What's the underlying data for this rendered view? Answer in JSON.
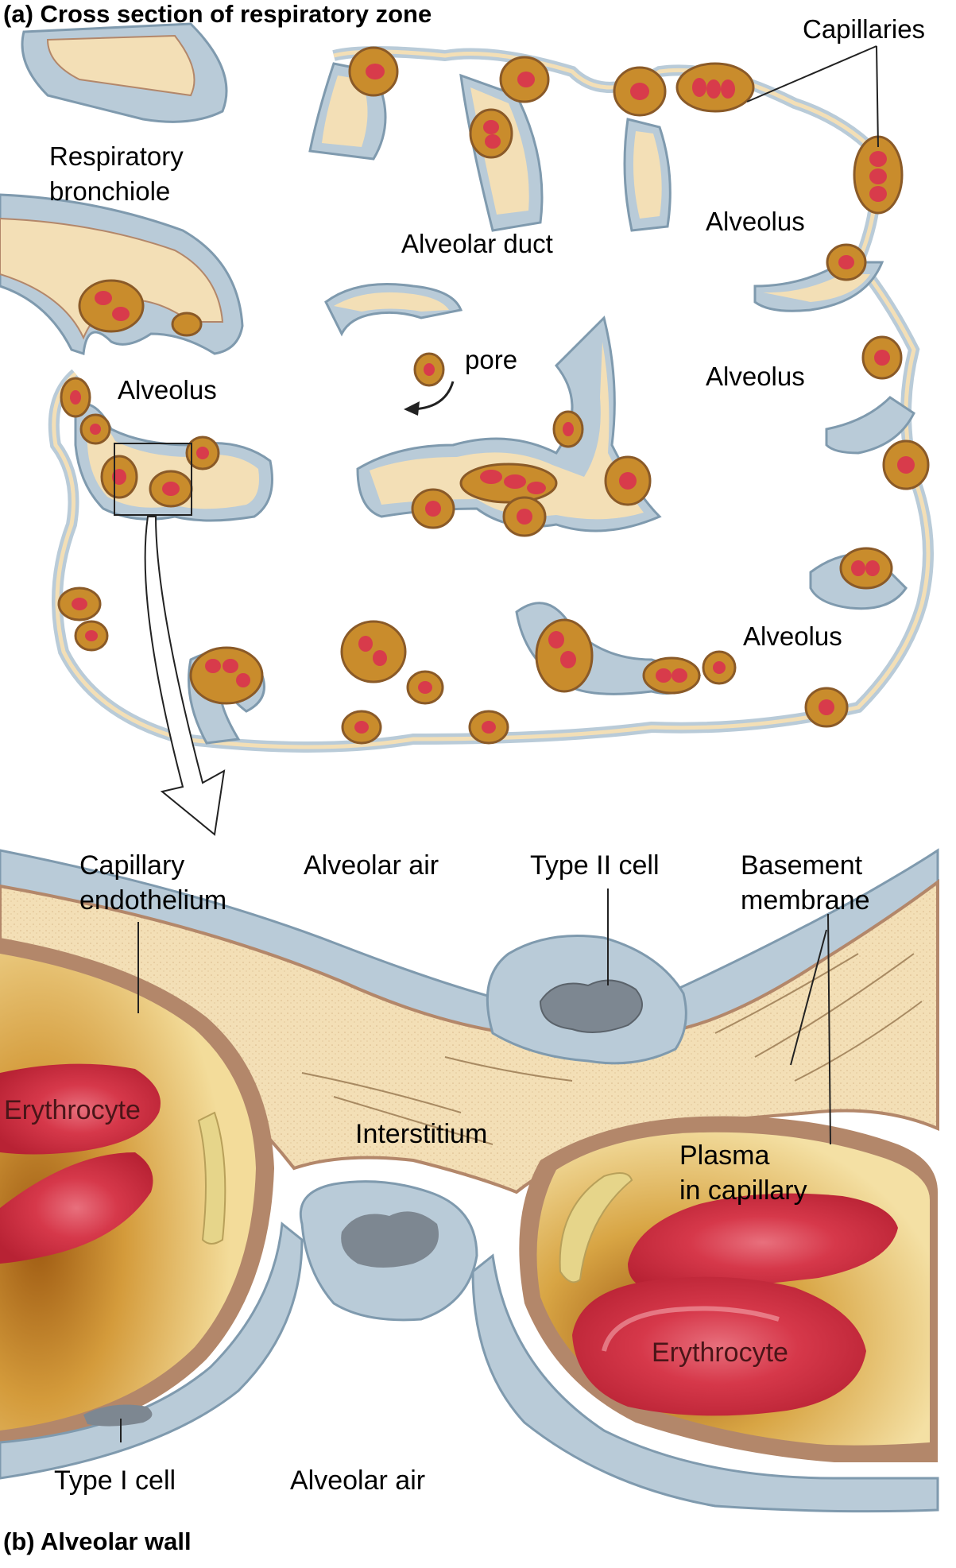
{
  "panel_a": {
    "title": "(a) Cross section of respiratory zone",
    "labels": {
      "capillaries": "Capillaries",
      "respiratory_bronchiole_1": "Respiratory",
      "respiratory_bronchiole_2": "bronchiole",
      "alveolus_upper_right": "Alveolus",
      "alveolar_duct": "Alveolar duct",
      "pore": "pore",
      "alveolus_left": "Alveolus",
      "alveolus_mid_right": "Alveolus",
      "alveolus_lower_right": "Alveolus"
    }
  },
  "panel_b": {
    "title": "(b) Alveolar wall",
    "labels": {
      "capillary_endothelium_1": "Capillary",
      "capillary_endothelium_2": "endothelium",
      "alveolar_air_top": "Alveolar air",
      "type_ii_cell": "Type II cell",
      "basement_membrane_1": "Basement",
      "basement_membrane_2": "membrane",
      "erythrocyte_left": "Erythrocyte",
      "interstitium": "Interstitium",
      "plasma_1": "Plasma",
      "plasma_2": "in capillary",
      "erythrocyte_right": "Erythrocyte",
      "type_i_cell": "Type I cell",
      "alveolar_air_bottom": "Alveolar air"
    }
  },
  "colors": {
    "epithelium": "#b9cbd8",
    "epithelium_edge": "#7f9aae",
    "interstitium": "#f3dfb6",
    "capillary_wall": "#b3876a",
    "capillary_plasma": "#c98c2c",
    "plasma_light": "#f2dc93",
    "erythrocyte": "#d83b4b",
    "nucleus": "#7d8791"
  }
}
